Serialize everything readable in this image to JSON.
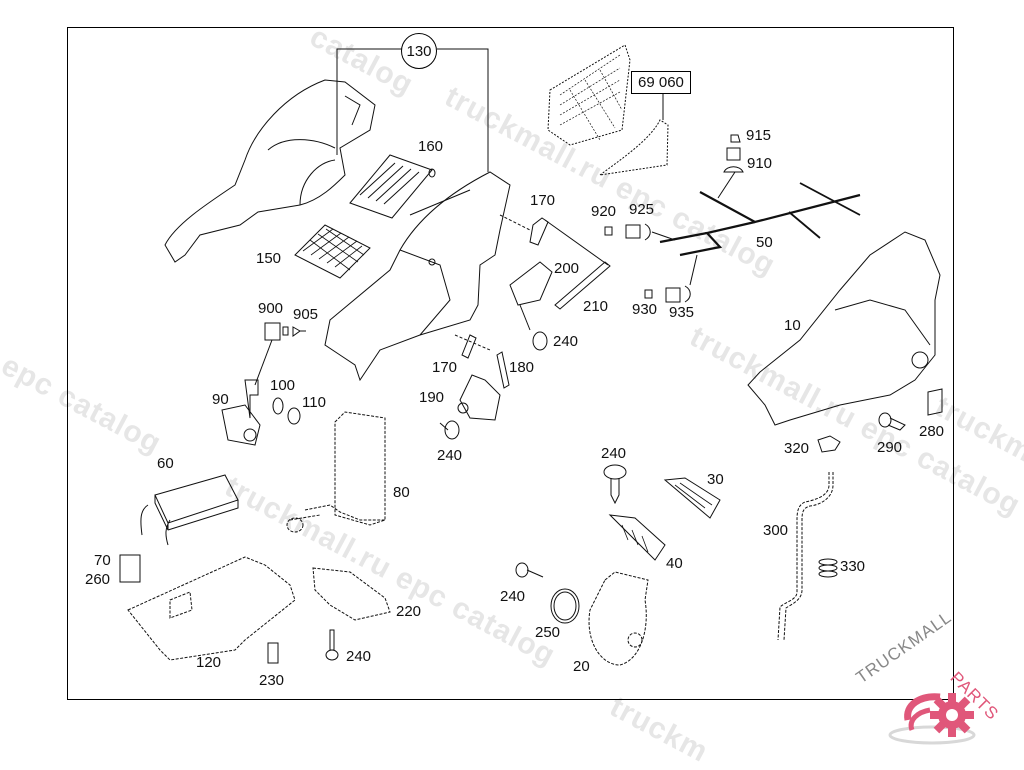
{
  "diagram": {
    "title_ref": "69 060",
    "group_ref": "130",
    "callouts": [
      {
        "id": "c130",
        "label": "130",
        "style": "circled"
      },
      {
        "id": "c160",
        "label": "160"
      },
      {
        "id": "c150",
        "label": "150"
      },
      {
        "id": "c69060",
        "label": "69 060",
        "style": "boxed"
      },
      {
        "id": "c915",
        "label": "915"
      },
      {
        "id": "c910",
        "label": "910"
      },
      {
        "id": "c170a",
        "label": "170"
      },
      {
        "id": "c920",
        "label": "920"
      },
      {
        "id": "c925",
        "label": "925"
      },
      {
        "id": "c50",
        "label": "50"
      },
      {
        "id": "c200",
        "label": "200"
      },
      {
        "id": "c210",
        "label": "210"
      },
      {
        "id": "c930",
        "label": "930"
      },
      {
        "id": "c935",
        "label": "935"
      },
      {
        "id": "c900",
        "label": "900"
      },
      {
        "id": "c905",
        "label": "905"
      },
      {
        "id": "c240a",
        "label": "240"
      },
      {
        "id": "c10",
        "label": "10"
      },
      {
        "id": "c170b",
        "label": "170"
      },
      {
        "id": "c180",
        "label": "180"
      },
      {
        "id": "c190",
        "label": "190"
      },
      {
        "id": "c90",
        "label": "90"
      },
      {
        "id": "c100",
        "label": "100"
      },
      {
        "id": "c110",
        "label": "110"
      },
      {
        "id": "c240b",
        "label": "240"
      },
      {
        "id": "c280",
        "label": "280"
      },
      {
        "id": "c320",
        "label": "320"
      },
      {
        "id": "c290",
        "label": "290"
      },
      {
        "id": "c60",
        "label": "60"
      },
      {
        "id": "c80",
        "label": "80"
      },
      {
        "id": "c240c",
        "label": "240"
      },
      {
        "id": "c30",
        "label": "30"
      },
      {
        "id": "c300",
        "label": "300"
      },
      {
        "id": "c40",
        "label": "40"
      },
      {
        "id": "c70",
        "label": "70"
      },
      {
        "id": "c260",
        "label": "260"
      },
      {
        "id": "c220",
        "label": "220"
      },
      {
        "id": "c330",
        "label": "330"
      },
      {
        "id": "c240d",
        "label": "240"
      },
      {
        "id": "c250",
        "label": "250"
      },
      {
        "id": "c240e",
        "label": "240"
      },
      {
        "id": "c120",
        "label": "120"
      },
      {
        "id": "c230",
        "label": "230"
      },
      {
        "id": "c20",
        "label": "20"
      }
    ]
  },
  "watermarks": {
    "w1": "catalog",
    "w2": "truckmall.ru epc catalog",
    "w3": "truckmall.ru epc catalog",
    "w4": "l epc catalog",
    "w5": "truckmall.ru epc catalog",
    "w6": "truckmall.ru e",
    "w7": "truckm"
  },
  "logo": {
    "brand_left": "TRUCKMALL",
    "brand_right": "PARTS",
    "brand_color": "#e0577a"
  }
}
